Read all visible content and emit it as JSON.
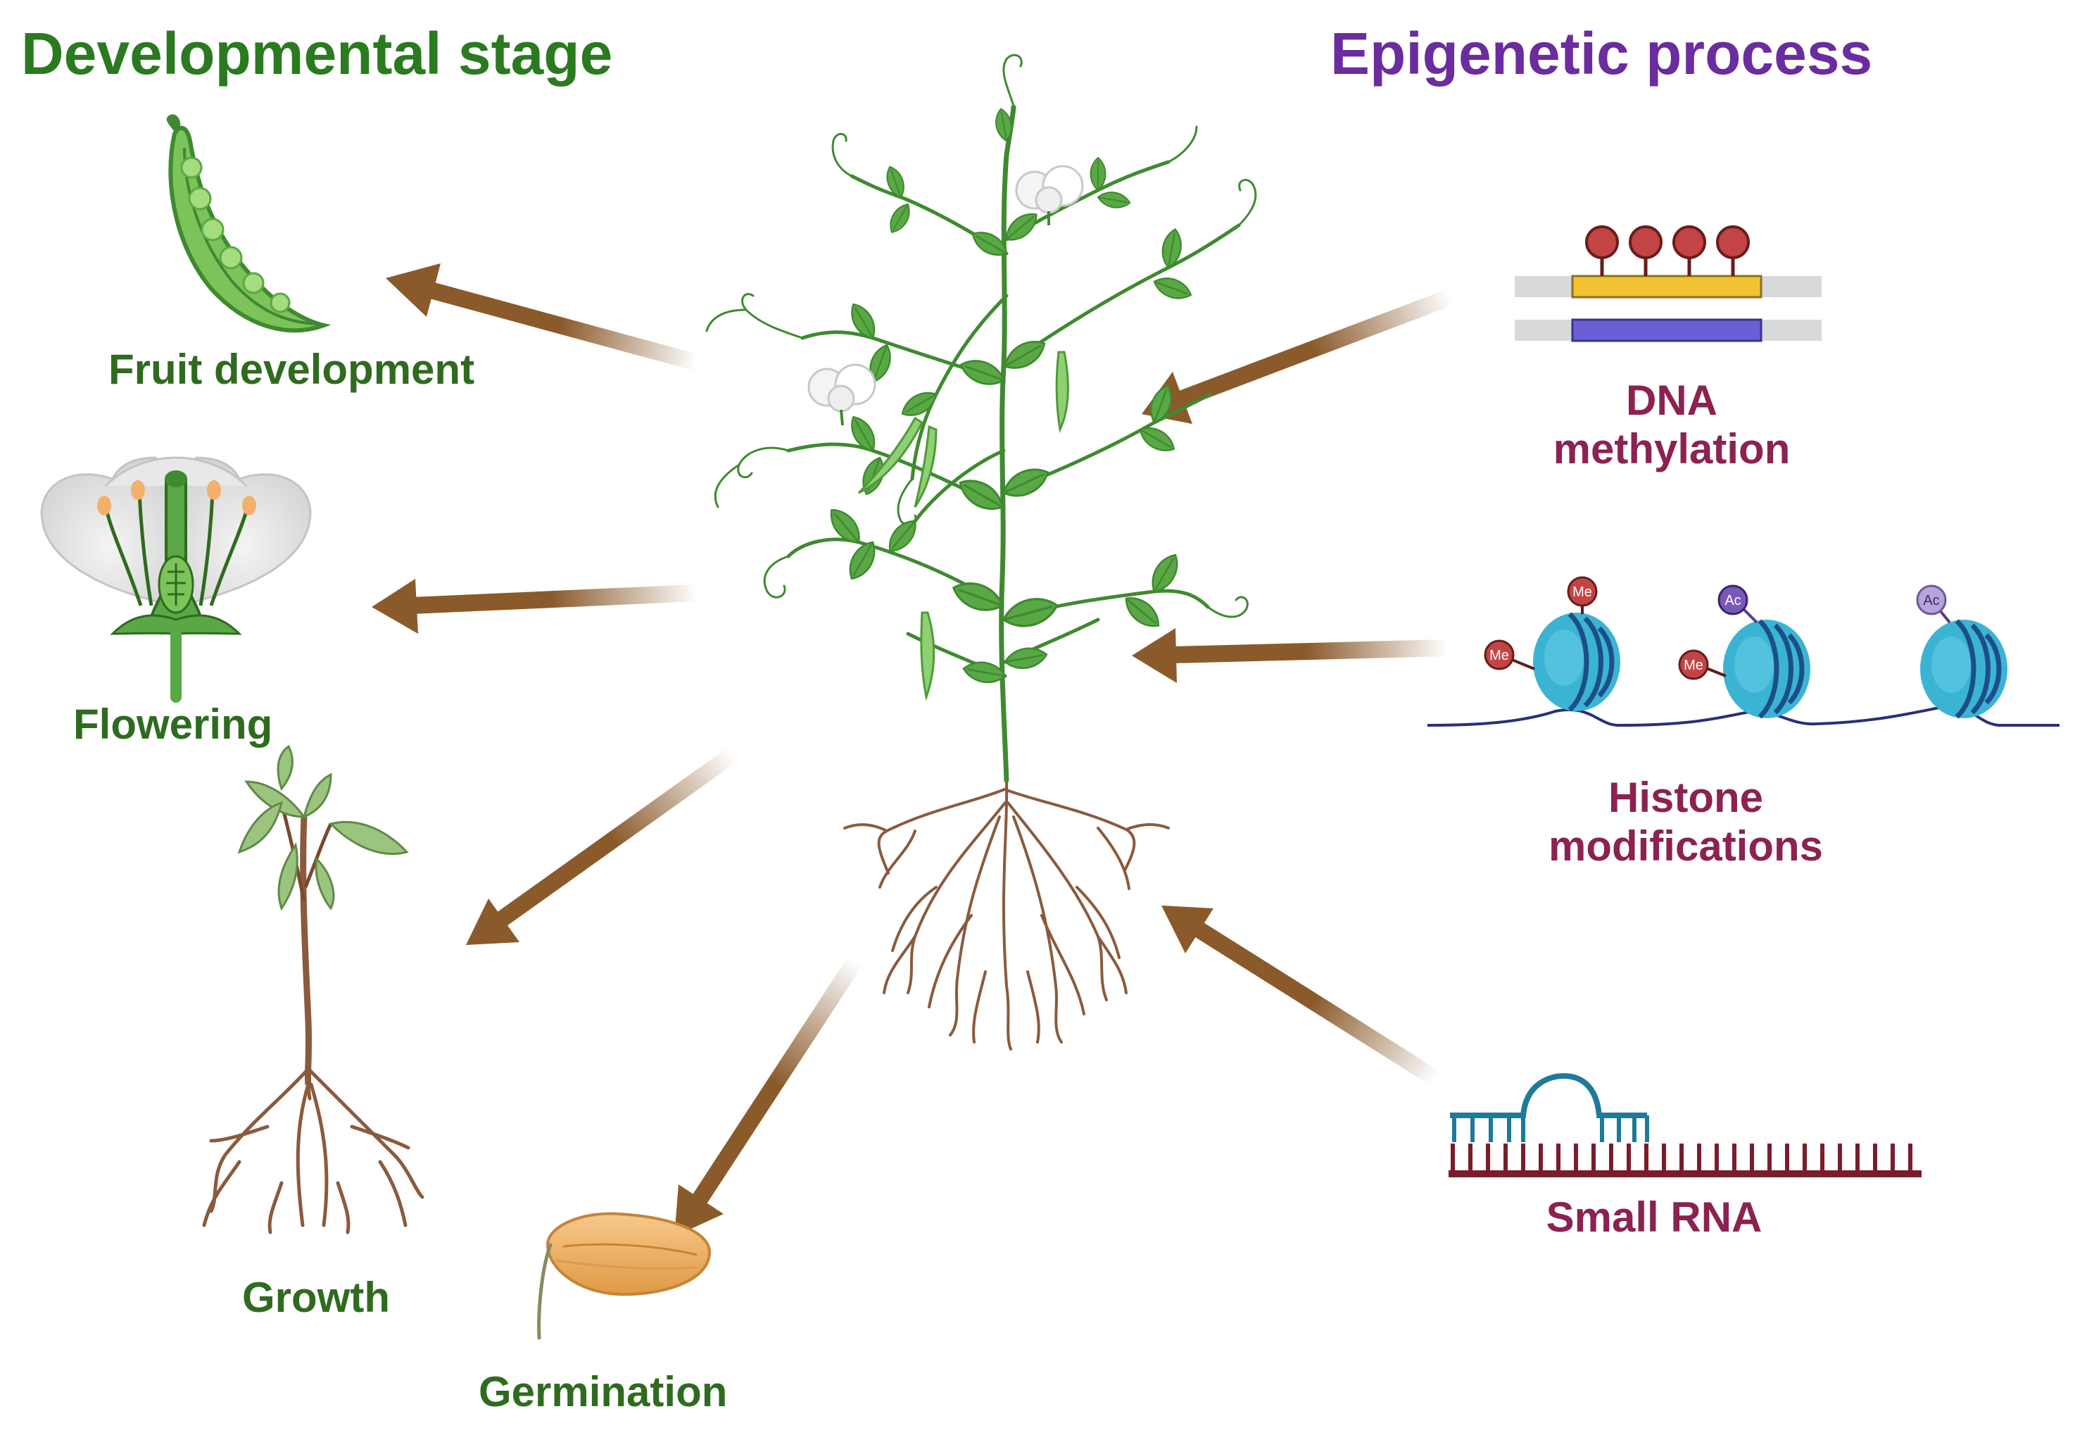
{
  "headers": {
    "left": "Developmental stage",
    "right": "Epigenetic process"
  },
  "stages": [
    {
      "label": "Fruit development",
      "icon": "pea-pod-icon"
    },
    {
      "label": "Flowering",
      "icon": "flower-cross-section-icon"
    },
    {
      "label": "Growth",
      "icon": "seedling-icon"
    },
    {
      "label": "Germination",
      "icon": "seed-icon"
    }
  ],
  "processes": [
    {
      "line1": "DNA",
      "line2": "methylation",
      "icon": "dna-methylation-icon"
    },
    {
      "line1": "Histone",
      "line2": "modifications",
      "icon": "nucleosome-icon"
    },
    {
      "line1": "Small RNA",
      "line2": "",
      "icon": "small-rna-icon"
    }
  ],
  "histone_marks": {
    "methyl": "Me",
    "acetyl": "Ac"
  },
  "colors": {
    "stage_header": "#2a7a1f",
    "process_header": "#6a2c9e",
    "stage_label": "#2f6b1f",
    "process_label": "#8b2252",
    "arrow": "#8b5a2b",
    "leaf": "#5aa845",
    "nucleosome": "#3bb4d4"
  }
}
